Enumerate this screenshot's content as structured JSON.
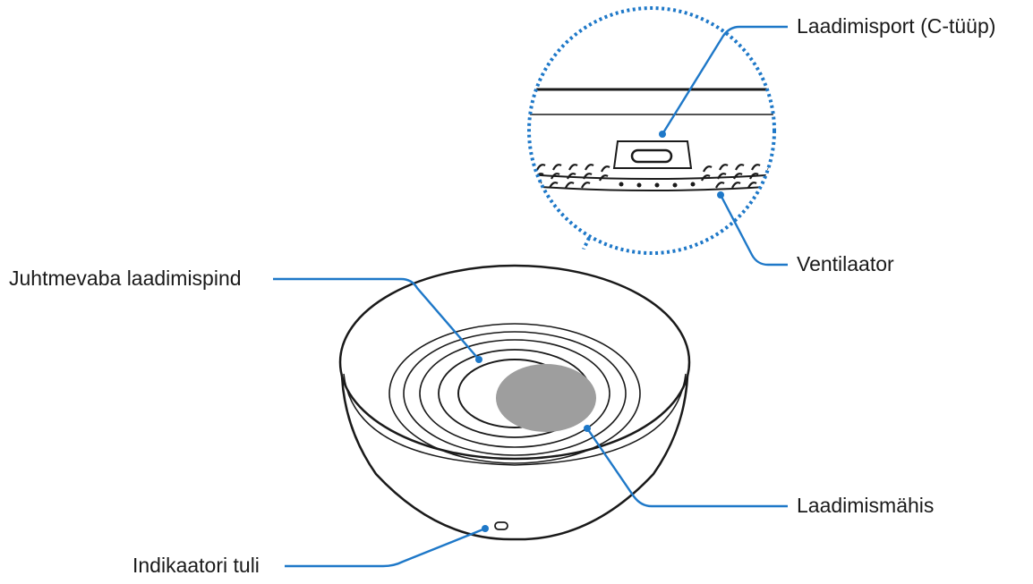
{
  "labels": {
    "charging_port": "Laadimisport (C-tüüp)",
    "fan": "Ventilaator",
    "wireless_surface": "Juhtmevaba laadimispind",
    "charging_coil": "Laadimismähis",
    "indicator_light": "Indikaatori tuli"
  },
  "colors": {
    "leader_line": "#1e78c8",
    "outline": "#1a1a1a",
    "coil_fill": "#9e9e9e"
  }
}
